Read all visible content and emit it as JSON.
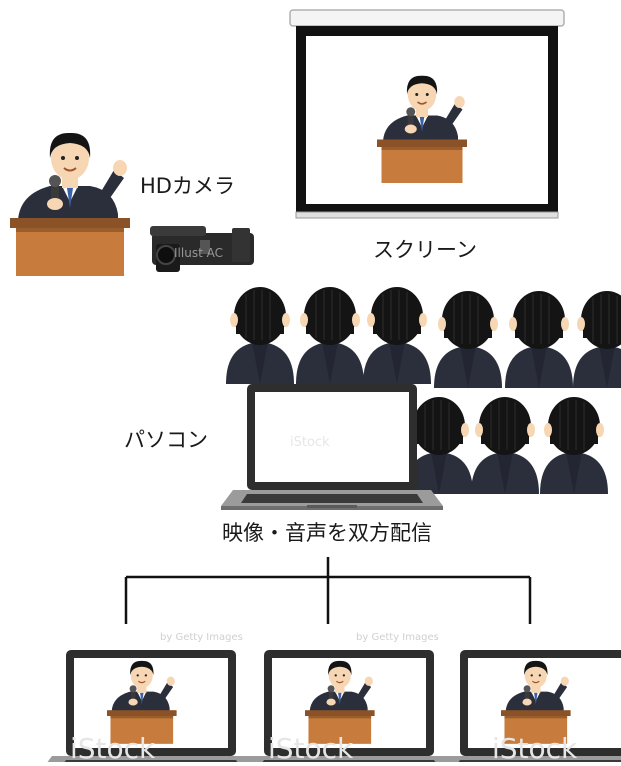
{
  "labels": {
    "camera": "HDカメラ",
    "screen": "スクリーン",
    "pc": "パソコン",
    "stream": "映像・音声を双方配信"
  },
  "watermarks": {
    "camera_mark": "Illust AC",
    "istock": "iStock",
    "credit": "by Getty Images"
  },
  "colors": {
    "suit": "#2b2f3c",
    "hair": "#141414",
    "skin": "#f7d6b4",
    "podium": "#c77b3c",
    "podium_dark": "#8a5226",
    "laptop_frame": "#2e2e2e",
    "line": "#111111"
  },
  "diagram": {
    "audience_rows": [
      6,
      3
    ],
    "remote_sites": 3
  }
}
